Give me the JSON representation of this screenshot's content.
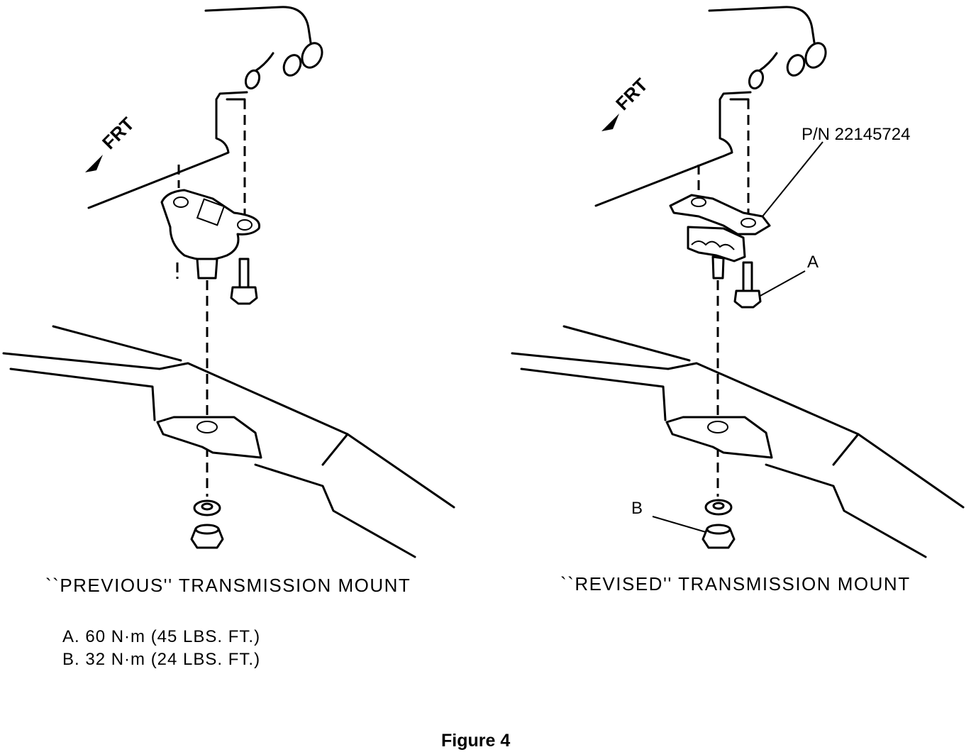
{
  "figure_title": "Figure 4",
  "left_panel": {
    "caption": "``PREVIOUS'' TRANSMISSION MOUNT",
    "direction_label": "FRT"
  },
  "right_panel": {
    "caption": "``REVISED'' TRANSMISSION MOUNT",
    "direction_label": "FRT",
    "part_number": "P/N 22145724",
    "callout_a": "A",
    "callout_b": "B"
  },
  "torque_specs": [
    "A. 60 N·m (45 LBS. FT.)",
    "B. 32 N·m (24 LBS. FT.)"
  ]
}
